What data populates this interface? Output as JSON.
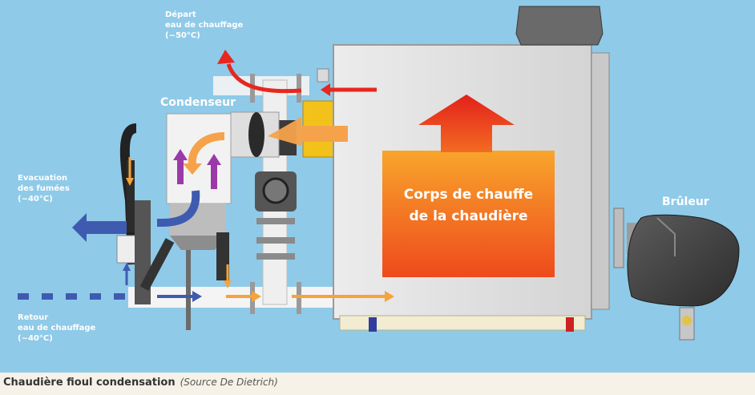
{
  "labels": {
    "depart": {
      "line1": "Départ",
      "line2": "eau de chauffage",
      "line3": "(~50°C)"
    },
    "condenseur": "Condenseur",
    "evacuation": {
      "line1": "Evacuation",
      "line2": "des fumées",
      "line3": "(~40°C)"
    },
    "retour": {
      "line1": "Retour",
      "line2": "eau de chauffage",
      "line3": "(~40°C)"
    },
    "corps": {
      "line1": "Corps de chauffe",
      "line2": "de la chaudière"
    },
    "bruleur": "Brûleur"
  },
  "caption": {
    "title": "Chaudière fioul condensation",
    "source": "(Source De Dietrich)"
  },
  "colors": {
    "background": "#8fcae8",
    "hot_arrow": "#e8261e",
    "warm_arrow": "#f5a33a",
    "cold_arrow": "#3f5bb0",
    "core_gradient_top": "#f7a12b",
    "core_gradient_bottom": "#f04f1e",
    "pipe": "#f2f2f2",
    "boiler_body": "#e2e2e2"
  },
  "icons": [
    "boiler-body",
    "condenser-unit",
    "burner",
    "pump",
    "flue-fan",
    "hot-water-arrow",
    "cold-return-arrow",
    "flue-gas-arrow"
  ]
}
